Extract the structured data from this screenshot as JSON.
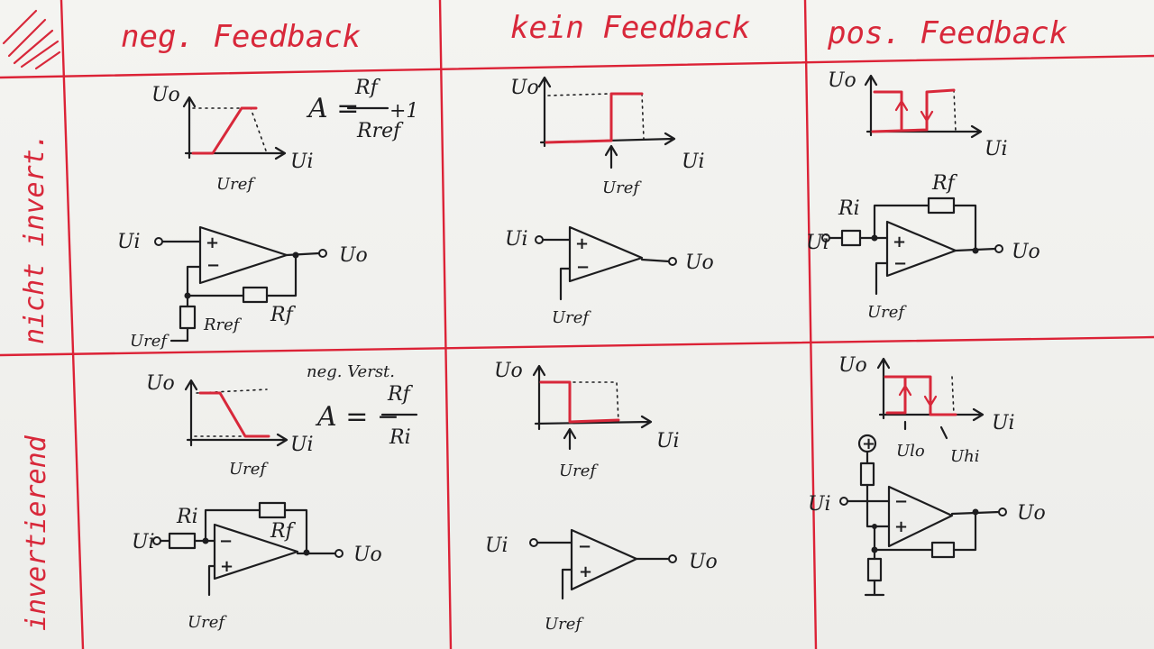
{
  "headers": {
    "neg_feedback": "neg. Feedback",
    "kein_feedback": "kein Feedback",
    "pos_feedback": "pos. Feedback"
  },
  "rows": {
    "nicht_invert": "nicht invert.",
    "invertierend": "invertierend"
  },
  "c1": {
    "uo": "Uo",
    "ui": "Ui",
    "uref": "Uref",
    "formula_a": "A =",
    "formula_num": "Rf",
    "formula_den": "Rref",
    "formula_plus": "+1",
    "plus": "+",
    "minus": "−",
    "in_label": "Ui",
    "out_label": "Uo",
    "rf": "Rf",
    "rref": "Rref",
    "uref_in": "Uref"
  },
  "c2": {
    "uo": "Uo",
    "ui": "Ui",
    "uref": "Uref",
    "plus": "+",
    "minus": "−",
    "in_label": "Ui",
    "out_label": "Uo",
    "uref_in": "Uref"
  },
  "c3": {
    "uo": "Uo",
    "ui": "Ui",
    "plus": "+",
    "minus": "−",
    "in_label": "Ui",
    "out_label": "Uo",
    "ri": "Ri",
    "rf": "Rf",
    "uref_in": "Uref"
  },
  "c4": {
    "uo": "Uo",
    "ui": "Ui",
    "uref": "Uref",
    "caption": "neg. Verst.",
    "formula_a": "A = −",
    "formula_num": "Rf",
    "formula_den": "Ri",
    "minus": "−",
    "plus": "+",
    "in_label": "Ui",
    "out_label": "Uo",
    "ri": "Ri",
    "rf": "Rf",
    "uref_in": "Uref"
  },
  "c5": {
    "uo": "Uo",
    "ui": "Ui",
    "uref": "Uref",
    "minus": "−",
    "plus": "+",
    "in_label": "Ui",
    "out_label": "Uo",
    "uref_in": "Uref"
  },
  "c6": {
    "uo": "Uo",
    "ui": "Ui",
    "u_lo": "Ulo",
    "u_hi": "Uhi",
    "supply": "+",
    "minus": "−",
    "plus": "+",
    "in_label": "Ui",
    "out_label": "Uo"
  },
  "colors": {
    "ink": "#1d1d1f",
    "marker_red": "#d8283a",
    "paper": "#f1f1ee"
  }
}
